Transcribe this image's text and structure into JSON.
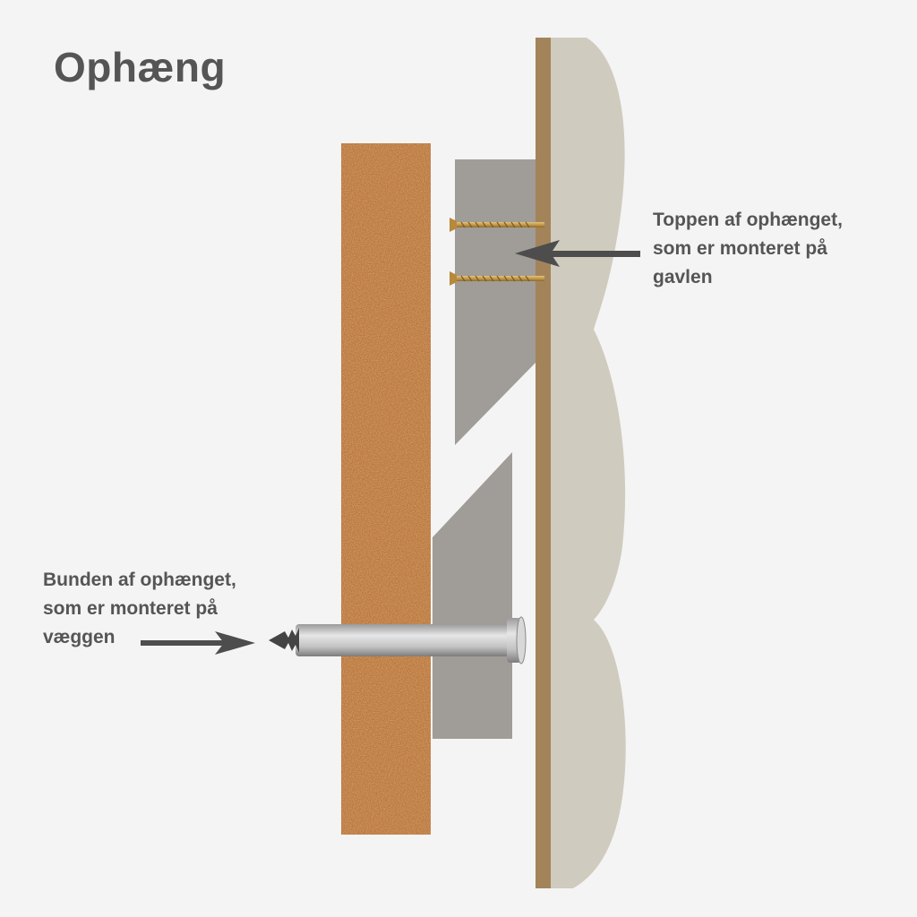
{
  "title": "Ophæng",
  "labels": {
    "top": {
      "lines": [
        "Toppen af ophænget,",
        "som er monteret på",
        "gavlen"
      ]
    },
    "bottom": {
      "lines": [
        "Bunden af ophænget,",
        "som er monteret på",
        "væggen"
      ]
    }
  },
  "colors": {
    "background": "#f4f4f4",
    "text": "#555555",
    "cork": "#b9773f",
    "bracket": "#a09c98",
    "wall": "#d0cbbf",
    "wall_edge": "#a3845a",
    "screw": "#c9a45a",
    "bolt": "#c7c7c7",
    "arrow": "#4d4d4d"
  }
}
